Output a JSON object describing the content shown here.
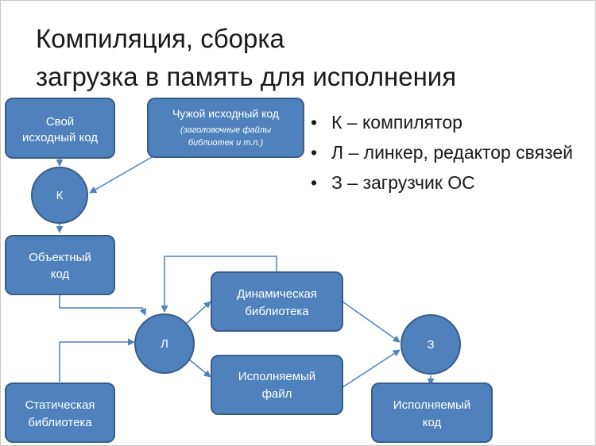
{
  "title": {
    "line1": "Компиляция, сборка",
    "line2": "загрузка в память для исполнения"
  },
  "nodes": {
    "own_source": [
      "Свой",
      "исходный код"
    ],
    "foreign_source": [
      "Чужой исходный код"
    ],
    "foreign_source_note": [
      "(заголовочные файлы",
      "библиотек и т.п.)"
    ],
    "compiler": [
      "К"
    ],
    "object_code": [
      "Объектный",
      "код"
    ],
    "linker": [
      "Л"
    ],
    "dynamic_lib": [
      "Динамическая",
      "библиотека"
    ],
    "exec_file": [
      "Исполняемый",
      "файл"
    ],
    "loader": [
      "З"
    ],
    "static_lib": [
      "Статическая",
      "библиотека"
    ],
    "exec_code": [
      "Исполняемый",
      "код"
    ]
  },
  "legend": {
    "bullet": "•",
    "items": [
      "К – компилятор",
      "Л – линкер, редактор связей",
      "З – загрузчик ОС"
    ]
  },
  "colors": {
    "node_fill": "#4f81bd",
    "node_stroke": "#385d8a",
    "arrow": "#4f81bd"
  }
}
